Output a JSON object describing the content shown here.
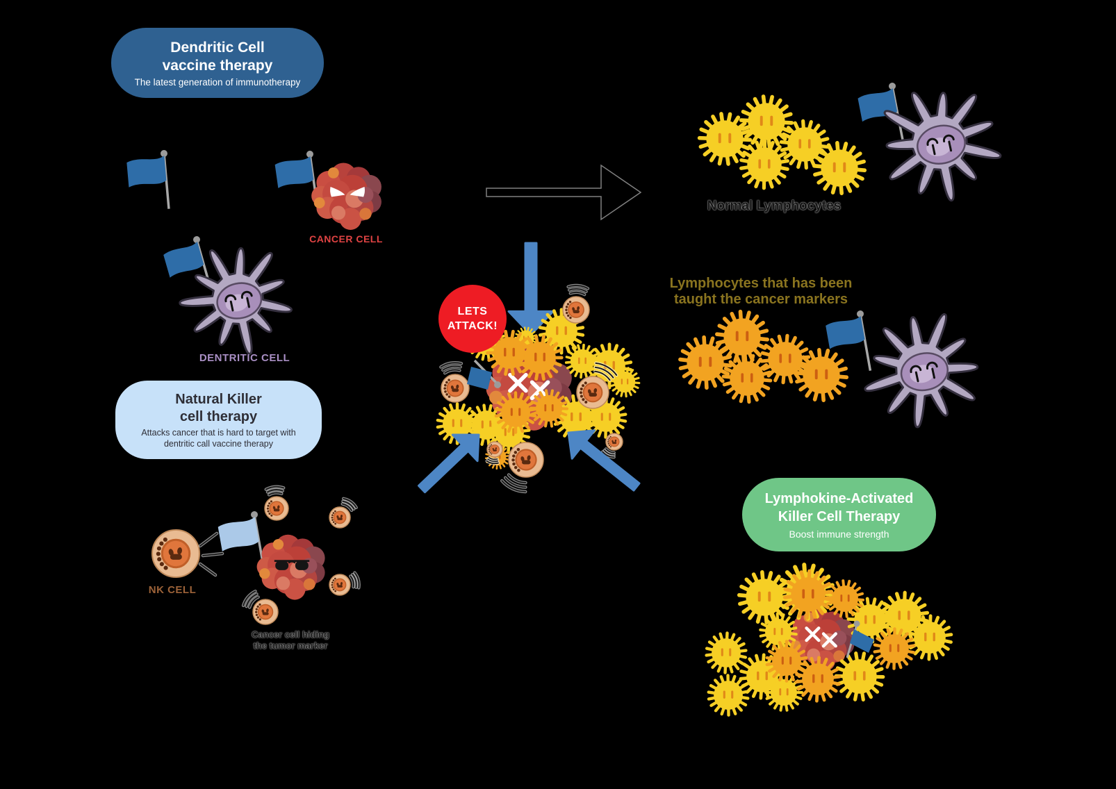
{
  "background": "#000000",
  "boxes": {
    "dendritic": {
      "title_line1": "Dendritic Cell",
      "title_line2": "vaccine therapy",
      "subtitle": "The latest generation of immunotherapy",
      "bg": "#2f6191",
      "fg": "#ffffff"
    },
    "nk": {
      "title_line1": "Natural Killer",
      "title_line2": "cell therapy",
      "subtitle_line1": "Attacks cancer that is hard to target with",
      "subtitle_line2": "dentritic call vaccine therapy",
      "bg": "#c7e1f9",
      "fg": "#2e2e36"
    },
    "lak": {
      "title_line1": "Lymphokine-Activated",
      "title_line2": "Killer Cell Therapy",
      "subtitle": "Boost immune strength",
      "bg": "#6fc687",
      "fg": "#ffffff"
    }
  },
  "labels": {
    "cancer_cell": "CANCER CELL",
    "dendritic_cell": "DENTRITIC CELL",
    "nk_cell": "NK CELL",
    "cancer_hiding_line1": "Cancer cell hiding",
    "cancer_hiding_line2": "the tumor marker",
    "normal_lymphocytes": "Normal Lymphocytes",
    "taught_line1": "Lymphocytes that has been",
    "taught_line2": "taught the cancer markers",
    "attack_line1": "LETS",
    "attack_line2": "ATTACK!"
  },
  "label_colors": {
    "cancer_cell": "#e04343",
    "dendritic_cell": "#a98fc4",
    "nk_cell": "#9c6238",
    "cancer_hiding": "#1b1b1b",
    "normal_lymphocytes": "#141414",
    "taught": "#8a741f"
  },
  "colors": {
    "attack_circle": "#ee1c24",
    "attack_text": "#ffffff",
    "blue_arrow": "#4d86c5",
    "black_arrow": "#000000",
    "flag_blue": "#2e6da8",
    "flag_light_blue": "#abc9e8",
    "flag_pole": "#a8a8a8",
    "lymph_yellow": "#f6cf25",
    "lymph_yellow_eye": "#e08818",
    "lymph_orange": "#f2a321",
    "lymph_orange_eye": "#cc5f12",
    "nk_outer": "#e9bb92",
    "nk_outer_line": "#c08a5a",
    "nk_inner": "#e0763c",
    "nk_inner_line": "#c05f28",
    "nk_spot": "#5a2a10",
    "dendritic_body": "#b3a8c2",
    "dendritic_outline": "#35303f",
    "dendritic_nucleus": "#a88fba",
    "dendritic_nucleus_line": "#584b63",
    "dendritic_nucleus_light": "#d3c2dd",
    "cancer_palette": [
      "#b8423c",
      "#a4393a",
      "#c94e42",
      "#8a474e",
      "#ce5a46",
      "#bc4038",
      "#c44a40",
      "#7d3b44",
      "#cf5a48",
      "#c0453c",
      "#b24540",
      "#ca5244",
      "#e2893c",
      "#d9763a",
      "#da7a64",
      "#99505a"
    ]
  },
  "icons": {
    "flag": "flag-icon",
    "lymphocyte": "lymphocyte-icon",
    "nk_cell": "nk-cell-icon",
    "cancer_cell": "cancer-cell-icon",
    "dendritic_cell": "dendritic-cell-icon",
    "black_arrow": "transform-arrow-icon",
    "blue_arrow": "attack-arrow-icon",
    "motion_arcs": "motion-arcs-icon"
  },
  "counts": {
    "normal_lymphocytes": 5,
    "taught_lymphocytes": 5,
    "lak_lymphocytes": 16,
    "nk_cells_around_hiding_cancer": 4
  }
}
